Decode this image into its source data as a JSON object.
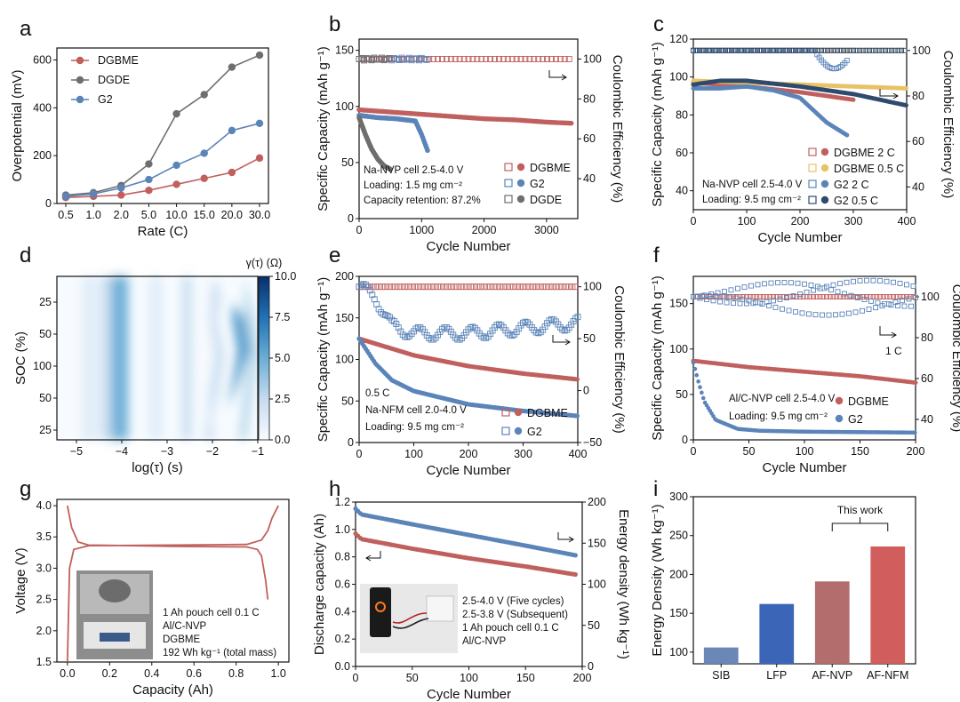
{
  "colors": {
    "red": "#c0605e",
    "gray": "#6e6e6e",
    "blue": "#5b84b9",
    "yellow": "#e8c266",
    "navy": "#2f4a6d",
    "bar_sib": "#6b87b8",
    "bar_lfp": "#3b66b8",
    "bar_afnvp": "#b36d6d",
    "bar_afnfm": "#d25d5d"
  },
  "panels": {
    "a": "a",
    "b": "b",
    "c": "c",
    "d": "d",
    "e": "e",
    "f": "f",
    "g": "g",
    "h": "h",
    "i": "i"
  },
  "chart_data": [
    {
      "id": "a",
      "type": "line",
      "xlabel": "Rate (C)",
      "ylabel": "Overpotential (mV)",
      "categories": [
        "0.5",
        "1.0",
        "2.0",
        "5.0",
        "10.0",
        "15.0",
        "20.0",
        "30.0"
      ],
      "ylim": [
        0,
        650
      ],
      "yticks": [
        "0",
        "200",
        "400",
        "600"
      ],
      "series": [
        {
          "name": "DGBME",
          "values": [
            25,
            30,
            35,
            55,
            80,
            105,
            130,
            190
          ]
        },
        {
          "name": "DGDE",
          "values": [
            35,
            45,
            75,
            165,
            375,
            455,
            570,
            620
          ]
        },
        {
          "name": "G2",
          "values": [
            30,
            40,
            65,
            100,
            160,
            210,
            305,
            335
          ]
        }
      ]
    },
    {
      "id": "b",
      "type": "scatter",
      "xlabel": "Cycle Number",
      "ylabel": "Specific Capacity (mAh g⁻¹)",
      "y2label": "Coulombic Efficiency (%)",
      "xlim": [
        0,
        3500
      ],
      "xticks": [
        "0",
        "1000",
        "2000",
        "3000"
      ],
      "ylim": [
        0,
        160
      ],
      "yticks": [
        "0",
        "50",
        "100",
        "150"
      ],
      "y2lim": [
        20,
        110
      ],
      "y2ticks": [
        "40",
        "60",
        "80",
        "100"
      ],
      "notes": [
        "Na-NVP cell 2.5-4.0 V",
        "Loading: 1.5 mg cm⁻²",
        "Capacity retention: 87.2%"
      ],
      "legend": [
        "DGBME",
        "G2",
        "DGDE"
      ],
      "series": [
        {
          "name": "DGBME",
          "x": [
            0,
            500,
            1000,
            1500,
            2000,
            2500,
            3000,
            3400
          ],
          "y": [
            97,
            95,
            93,
            91,
            89,
            88,
            86,
            85
          ],
          "ce": 100
        },
        {
          "name": "G2",
          "x": [
            0,
            300,
            600,
            900,
            1000,
            1100
          ],
          "y": [
            92,
            90,
            89,
            87,
            75,
            60
          ],
          "ce": 100
        },
        {
          "name": "DGDE",
          "x": [
            0,
            100,
            200,
            300,
            400,
            500
          ],
          "y": [
            90,
            75,
            62,
            53,
            47,
            44
          ],
          "ce": 100
        }
      ]
    },
    {
      "id": "c",
      "type": "scatter",
      "xlabel": "Cycle Number",
      "ylabel": "Specific Capacity (mAh g⁻¹)",
      "y2label": "Coulombic Efficiency (%)",
      "xlim": [
        0,
        400
      ],
      "xticks": [
        "0",
        "100",
        "200",
        "300",
        "400"
      ],
      "ylim": [
        30,
        120
      ],
      "yticks": [
        "40",
        "60",
        "80",
        "100",
        "120"
      ],
      "y2lim": [
        30,
        105
      ],
      "y2ticks": [
        "40",
        "60",
        "80",
        "100"
      ],
      "notes": [
        "Na-NVP cell 2.5-4.0 V",
        "Loading: 9.5 mg cm⁻²"
      ],
      "legend": [
        "DGBME 2 C",
        "DGBME 0.5 C",
        "G2 2 C",
        "G2 0.5 C"
      ],
      "series": [
        {
          "name": "DGBME 2 C",
          "x": [
            0,
            100,
            200,
            300
          ],
          "y": [
            97,
            95,
            92,
            88
          ],
          "ce": 100
        },
        {
          "name": "DGBME 0.5 C",
          "x": [
            0,
            100,
            200,
            300,
            400
          ],
          "y": [
            98,
            97,
            96,
            95,
            94
          ],
          "ce": 100
        },
        {
          "name": "G2 2 C",
          "x": [
            0,
            50,
            100,
            150,
            200,
            250,
            290
          ],
          "y": [
            94,
            94,
            95,
            93,
            89,
            76,
            69
          ],
          "ce": 100
        },
        {
          "name": "G2 0.5 C",
          "x": [
            0,
            50,
            100,
            200,
            300,
            400
          ],
          "y": [
            96,
            98,
            98,
            95,
            91,
            85
          ],
          "ce": 100
        }
      ]
    },
    {
      "id": "d",
      "type": "heatmap",
      "xlabel": "log(τ) (s)",
      "ylabel": "SOC (%)",
      "xticks": [
        "−5",
        "−4",
        "−3",
        "−2",
        "−1"
      ],
      "yticks": [
        "25",
        "50",
        "100",
        "50",
        "25"
      ],
      "colorbar_title": "γ(τ) (Ω)",
      "colorbar_ticks": [
        "0.0",
        "2.5",
        "5.0",
        "7.5",
        "10.0"
      ],
      "zlim": [
        0,
        10
      ]
    },
    {
      "id": "e",
      "type": "scatter",
      "xlabel": "Cycle Number",
      "ylabel": "Specific Capacity (mAh g⁻¹)",
      "y2label": "Coulombic Efficiency (%)",
      "xlim": [
        0,
        400
      ],
      "xticks": [
        "0",
        "100",
        "200",
        "300",
        "400"
      ],
      "ylim": [
        0,
        200
      ],
      "yticks": [
        "0",
        "50",
        "100",
        "150",
        "200"
      ],
      "y2lim": [
        -50,
        110
      ],
      "y2ticks": [
        "−50",
        "0",
        "50",
        "100"
      ],
      "notes": [
        "0.5 C",
        "Na-NFM cell 2.0-4.0 V",
        "Loading: 9.5 mg cm⁻²"
      ],
      "legend": [
        "DGBME",
        "G2"
      ],
      "series": [
        {
          "name": "DGBME",
          "x": [
            0,
            50,
            100,
            200,
            300,
            400
          ],
          "y": [
            125,
            115,
            105,
            92,
            83,
            76
          ],
          "ce": 100
        },
        {
          "name": "G2",
          "x": [
            0,
            30,
            60,
            100,
            200,
            300,
            400
          ],
          "y": [
            125,
            95,
            75,
            62,
            46,
            38,
            32
          ],
          "ce_x": [
            0,
            30,
            60,
            100,
            200,
            300,
            400
          ],
          "ce": [
            100,
            90,
            62,
            55,
            55,
            60,
            65
          ]
        }
      ]
    },
    {
      "id": "f",
      "type": "scatter",
      "xlabel": "Cycle Number",
      "ylabel": "Specific Capacity (mAh g⁻¹)",
      "y2label": "Coulombic Efficiency (%)",
      "xlim": [
        0,
        200
      ],
      "xticks": [
        "0",
        "50",
        "100",
        "150",
        "200"
      ],
      "ylim": [
        0,
        180
      ],
      "yticks": [
        "0",
        "50",
        "100",
        "150"
      ],
      "y2lim": [
        30,
        110
      ],
      "y2ticks": [
        "40",
        "60",
        "80",
        "100"
      ],
      "notes": [
        "Al/C-NVP cell 2.5-4.0 V",
        "Loading: 9.5 mg cm⁻²"
      ],
      "rate_label": "1 C",
      "legend": [
        "DGBME",
        "G2"
      ],
      "series": [
        {
          "name": "DGBME",
          "x": [
            0,
            50,
            100,
            150,
            200
          ],
          "y": [
            87,
            80,
            75,
            70,
            63
          ],
          "ce": 100
        },
        {
          "name": "G2",
          "x": [
            0,
            5,
            10,
            20,
            40,
            60,
            100,
            200
          ],
          "y": [
            85,
            62,
            42,
            22,
            12,
            10,
            9,
            8
          ],
          "ce": 100
        }
      ]
    },
    {
      "id": "g",
      "type": "line",
      "xlabel": "Capacity (Ah)",
      "ylabel": "Voltage (V)",
      "xlim": [
        -0.05,
        1.05
      ],
      "xticks": [
        "0.0",
        "0.2",
        "0.4",
        "0.6",
        "0.8",
        "1.0"
      ],
      "ylim": [
        1.5,
        4.1
      ],
      "yticks": [
        "1.5",
        "2.0",
        "2.5",
        "3.0",
        "3.5",
        "4.0"
      ],
      "notes": [
        "1 Ah pouch cell   0.1 C",
        "Al/C-NVP",
        "DGBME",
        "192 Wh kg⁻¹ (total mass)"
      ],
      "series": [
        {
          "name": "charge",
          "x": [
            0.0,
            0.01,
            0.03,
            0.1,
            0.5,
            0.85,
            0.92,
            0.95,
            0.97,
            1.0
          ],
          "y": [
            1.5,
            3.0,
            3.3,
            3.36,
            3.37,
            3.38,
            3.45,
            3.6,
            3.8,
            4.0
          ]
        },
        {
          "name": "discharge",
          "x": [
            0.0,
            0.02,
            0.05,
            0.1,
            0.5,
            0.85,
            0.9,
            0.92,
            0.94,
            0.95
          ],
          "y": [
            4.0,
            3.65,
            3.42,
            3.37,
            3.35,
            3.34,
            3.3,
            3.2,
            2.8,
            2.5
          ]
        }
      ]
    },
    {
      "id": "h",
      "type": "scatter",
      "xlabel": "Cycle Number",
      "ylabel": "Discharge capacity (Ah)",
      "y2label": "Energy density (Wh kg⁻¹)",
      "xlim": [
        0,
        200
      ],
      "xticks": [
        "0",
        "50",
        "100",
        "150",
        "200"
      ],
      "ylim": [
        0,
        1.2
      ],
      "yticks": [
        "0.0",
        "0.2",
        "0.4",
        "0.6",
        "0.8",
        "1.0",
        "1.2"
      ],
      "y2lim": [
        0,
        200
      ],
      "y2ticks": [
        "0",
        "50",
        "100",
        "150",
        "200"
      ],
      "notes": [
        "2.5-4.0 V (Five cycles)",
        "2.5-3.8 V (Subsequent)",
        "1 Ah pouch cell   0.1 C",
        "Al/C-NVP"
      ],
      "series": [
        {
          "name": "Discharge capacity",
          "x": [
            0,
            5,
            50,
            100,
            150,
            195
          ],
          "y": [
            0.97,
            0.93,
            0.86,
            0.79,
            0.73,
            0.67
          ]
        },
        {
          "name": "Energy density",
          "x": [
            0,
            5,
            50,
            100,
            150,
            195
          ],
          "y": [
            192,
            185,
            173,
            160,
            147,
            135
          ]
        }
      ]
    },
    {
      "id": "i",
      "type": "bar",
      "xlabel": "",
      "ylabel": "Energy Density (Wh kg⁻¹)",
      "categories": [
        "SIB",
        "LFP",
        "AF-NVP",
        "AF-NFM"
      ],
      "values": [
        106,
        162,
        191,
        236
      ],
      "ylim": [
        85,
        300
      ],
      "yticks": [
        "100",
        "150",
        "200",
        "250",
        "300"
      ],
      "annotation": "This work"
    }
  ]
}
